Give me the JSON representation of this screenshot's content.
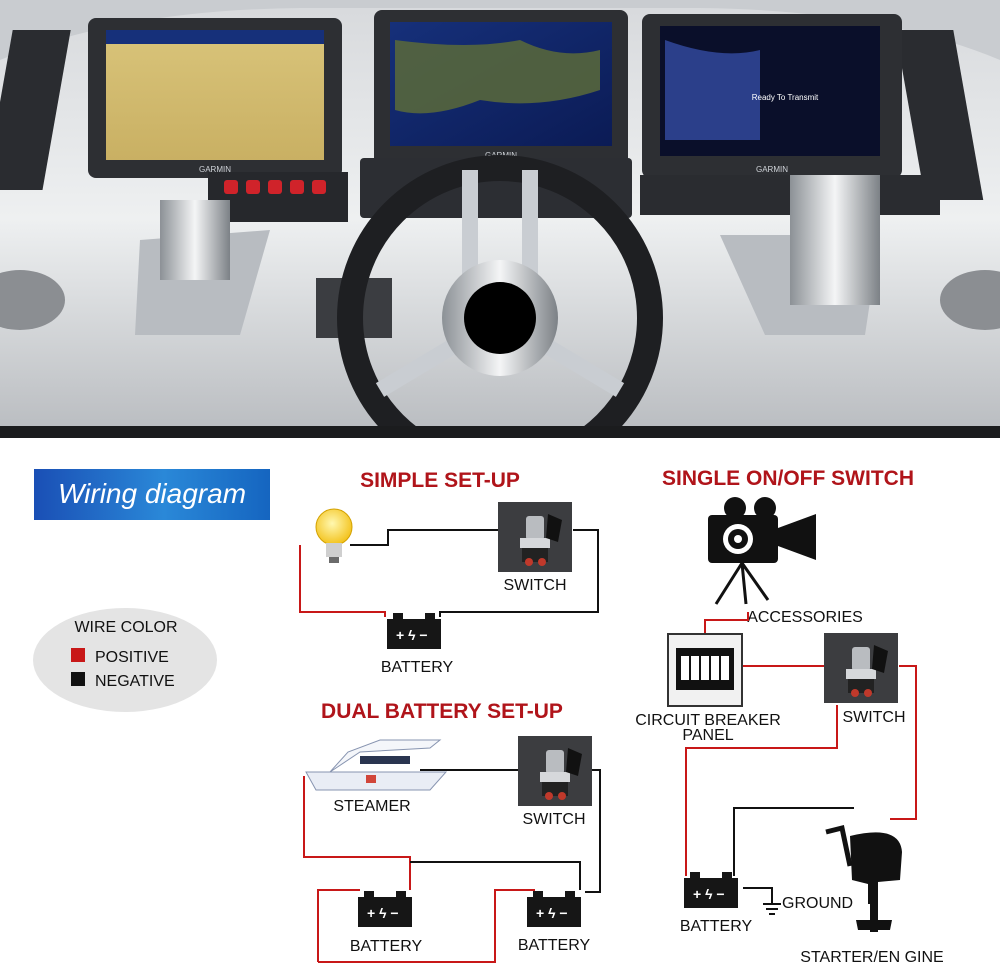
{
  "banner": {
    "text": "Wiring diagram"
  },
  "legend": {
    "title": "WIRE COLOR",
    "items": [
      {
        "label": "POSITIVE",
        "color": "#c81818"
      },
      {
        "label": "NEGATIVE",
        "color": "#111111"
      }
    ]
  },
  "simple": {
    "title": "SIMPLE SET-UP",
    "switch": "SWITCH",
    "battery": "BATTERY"
  },
  "dual": {
    "title": "DUAL BATTERY SET-UP",
    "steamer": "STEAMER",
    "switch": "SWITCH",
    "battery_a": "BATTERY",
    "battery_b": "BATTERY"
  },
  "single": {
    "title": "SINGLE ON/OFF SWITCH",
    "accessories": "ACCESSORIES",
    "breaker_l1": "CIRCUIT BREAKER",
    "breaker_l2": "PANEL",
    "switch": "SWITCH",
    "battery": "BATTERY",
    "ground": "GROUND",
    "engine": "STARTER/EN GINE"
  },
  "dashboard": {
    "screens": [
      {
        "brand": "GARMIN"
      },
      {
        "brand": "GARMIN"
      },
      {
        "brand": "GARMIN",
        "status": "Ready To Transmit"
      }
    ]
  },
  "colors": {
    "positive": "#c81818",
    "negative": "#111111",
    "title": "#b0141a",
    "banner": "#1f6fc0"
  }
}
